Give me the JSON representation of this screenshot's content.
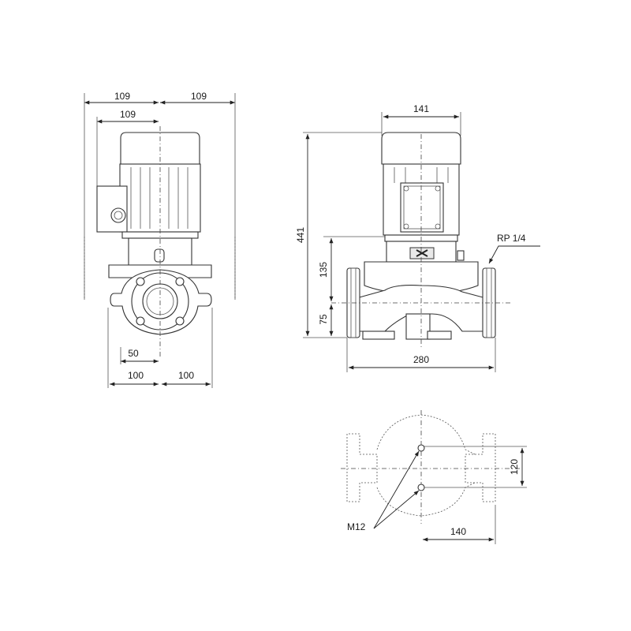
{
  "dimensions": {
    "side_left_width": "109",
    "side_right_width": "109",
    "side_terminal_width": "109",
    "side_flange_offset": "50",
    "side_base_left": "100",
    "side_base_right": "100",
    "front_motor_width": "141",
    "front_total_height": "441",
    "front_upper_height": "135",
    "front_axis_height": "75",
    "front_port_to_port": "280",
    "front_vent_plug": "RP 1/4",
    "base_bolt": "M12",
    "base_bolt_spacing": "120",
    "base_bolt_offset": "140"
  }
}
